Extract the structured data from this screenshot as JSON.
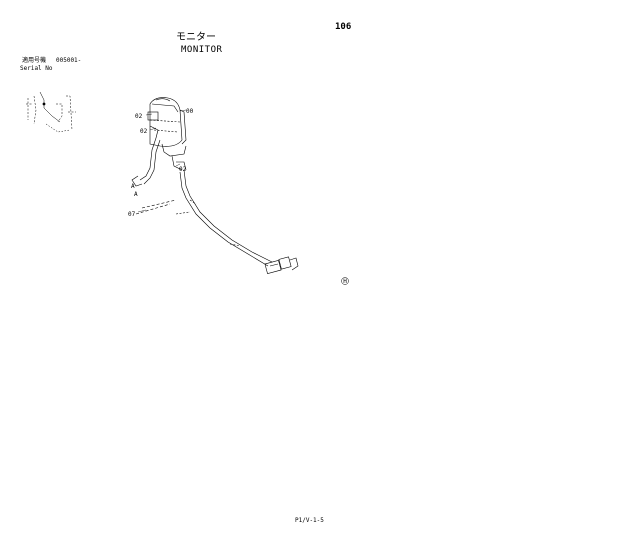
{
  "header": {
    "page_number": "106",
    "title_jp": "モニター",
    "title_en": "MONITOR"
  },
  "serial": {
    "label_jp": "適用号機",
    "value": "005001-",
    "label_en": "Serial No"
  },
  "callouts": {
    "monitor": "00",
    "clamp_upper": "02",
    "clamp_mid": "02",
    "clamp_lower": "02",
    "view_a_1": "A",
    "view_a_2": "A",
    "harness": "07"
  },
  "mark": "H",
  "footer": {
    "code": "P1/V-1-5"
  },
  "colors": {
    "ink": "#000000",
    "paper": "#ffffff"
  }
}
